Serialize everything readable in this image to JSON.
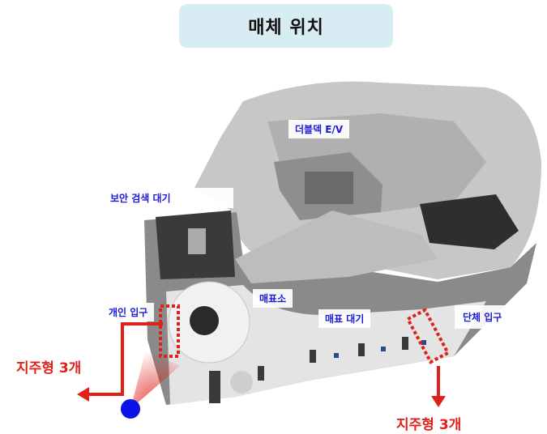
{
  "title": "매체 위치",
  "labels": {
    "elevator": "더블덱 E/V",
    "security_wait": "보안 검색 대기",
    "ticket_office": "매표소",
    "individual_entrance": "개인 입구",
    "ticket_wait": "매표 대기",
    "group_entrance": "단체 입구"
  },
  "counts": {
    "left": "지주형 3개",
    "right": "지주형 3개"
  },
  "colors": {
    "marker": "#e0201a",
    "label_text": "#1a1ad8",
    "position_dot": "#0a14e6",
    "title_bg": "#d7ecf3"
  }
}
